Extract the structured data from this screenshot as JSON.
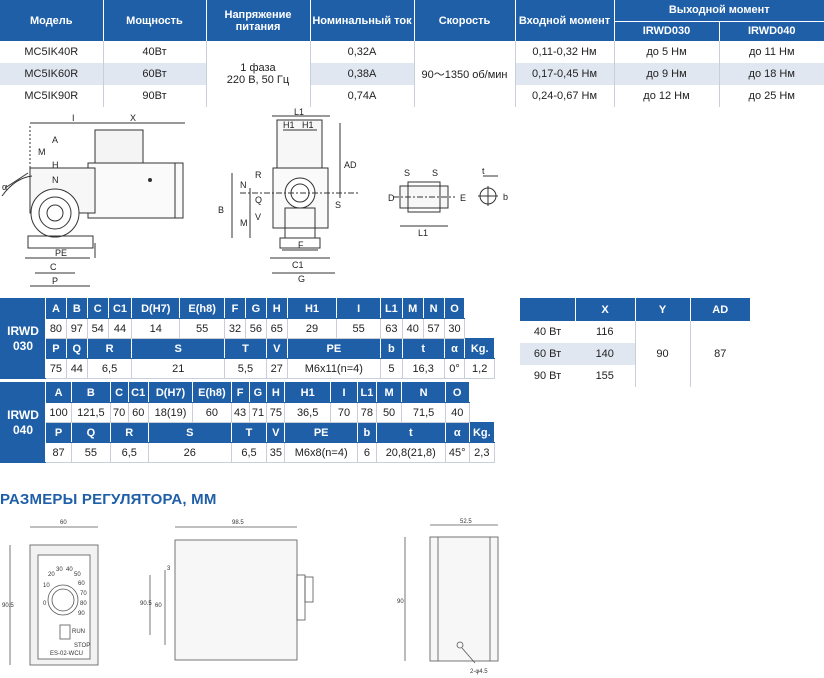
{
  "spec_table": {
    "headers": [
      "Модель",
      "Мощность",
      "Напряжение питания",
      "Номинальный ток",
      "Скорость",
      "Входной момент",
      "Выходной момент"
    ],
    "subheaders": [
      "IRWD030",
      "IRWD040"
    ],
    "rows": [
      {
        "model": "MC5IK40R",
        "power": "40Вт",
        "current": "0,32A",
        "input_torque": "0,11-0,32 Нм",
        "out030": "до 5 Нм",
        "out040": "до 11 Нм"
      },
      {
        "model": "MC5IK60R",
        "power": "60Вт",
        "current": "0,38A",
        "input_torque": "0,17-0,45 Нм",
        "out030": "до 9 Нм",
        "out040": "до 18 Нм"
      },
      {
        "model": "MC5IK90R",
        "power": "90Вт",
        "current": "0,74A",
        "input_torque": "0,24-0,67 Нм",
        "out030": "до 12 Нм",
        "out040": "до 25 Нм"
      }
    ],
    "voltage_line1": "1 фаза",
    "voltage_line2": "220 В, 50 Гц",
    "speed": "90～1350 об/мин"
  },
  "irwd030": {
    "label_line1": "IRWD",
    "label_line2": "030",
    "head1": [
      "A",
      "B",
      "C",
      "C1",
      "D(H7)",
      "E(h8)",
      "F",
      "G",
      "H",
      "H1",
      "I",
      "L1",
      "M",
      "N",
      "O"
    ],
    "row1": [
      "80",
      "97",
      "54",
      "44",
      "14",
      "55",
      "32",
      "56",
      "65",
      "29",
      "55",
      "63",
      "40",
      "57",
      "30"
    ],
    "head2": [
      "P",
      "Q",
      "R",
      "S",
      "T",
      "V",
      "PE",
      "b",
      "t",
      "α",
      "Kg."
    ],
    "row2": [
      "75",
      "44",
      "6,5",
      "21",
      "5,5",
      "27",
      "M6x11(n=4)",
      "5",
      "16,3",
      "0°",
      "1,2"
    ]
  },
  "irwd040": {
    "label_line1": "IRWD",
    "label_line2": "040",
    "head1": [
      "A",
      "B",
      "C",
      "C1",
      "D(H7)",
      "E(h8)",
      "F",
      "G",
      "H",
      "H1",
      "I",
      "L1",
      "M",
      "N",
      "O"
    ],
    "row1": [
      "100",
      "121,5",
      "70",
      "60",
      "18(19)",
      "60",
      "43",
      "71",
      "75",
      "36,5",
      "70",
      "78",
      "50",
      "71,5",
      "40"
    ],
    "head2": [
      "P",
      "Q",
      "R",
      "S",
      "T",
      "V",
      "PE",
      "b",
      "t",
      "α",
      "Kg."
    ],
    "row2": [
      "87",
      "55",
      "6,5",
      "26",
      "6,5",
      "35",
      "M6x8(n=4)",
      "6",
      "20,8(21,8)",
      "45°",
      "2,3"
    ]
  },
  "xy_table": {
    "headers": [
      "X",
      "Y",
      "AD"
    ],
    "rows": [
      [
        "40 Вт",
        "116"
      ],
      [
        "60 Вт",
        "140"
      ],
      [
        "90 Вт",
        "155"
      ]
    ],
    "y": "90",
    "ad": "87"
  },
  "drawing_labels": {
    "motor": {
      "I": "I",
      "X": "X",
      "A": "A",
      "M": "M",
      "H": "H",
      "N": "N",
      "PE": "PE",
      "C": "C",
      "P": "P",
      "alpha": "α"
    },
    "front": {
      "L1": "L1",
      "H1a": "H1",
      "H1b": "H1",
      "R": "R",
      "AD": "AD",
      "S": "S",
      "B": "B",
      "N": "N",
      "Q": "Q",
      "V": "V",
      "M": "M",
      "F": "F",
      "C1": "C1",
      "G": "G"
    },
    "shaft": {
      "S1": "S",
      "S2": "S",
      "D": "D",
      "E": "E",
      "L1": "L1",
      "b": "b",
      "t": "t"
    }
  },
  "regulator": {
    "title": "РАЗМЕРЫ РЕГУЛЯТОРА, ММ",
    "dim_front_w": "60",
    "dim_front_h": "90.5",
    "dial_numbers": [
      "20",
      "30",
      "40",
      "50",
      "60",
      "70",
      "80",
      "90",
      "10",
      "0"
    ],
    "run": "RUN",
    "stop": "STOP",
    "model": "ES-02-WCU",
    "dim_side_w": "98.5",
    "dim_side_h": "90.5",
    "dim_side_small": "3",
    "dim_side_h2": "60",
    "dim_back_w": "52.5",
    "dim_back_h": "90",
    "dim_hole": "2-φ4.5"
  }
}
